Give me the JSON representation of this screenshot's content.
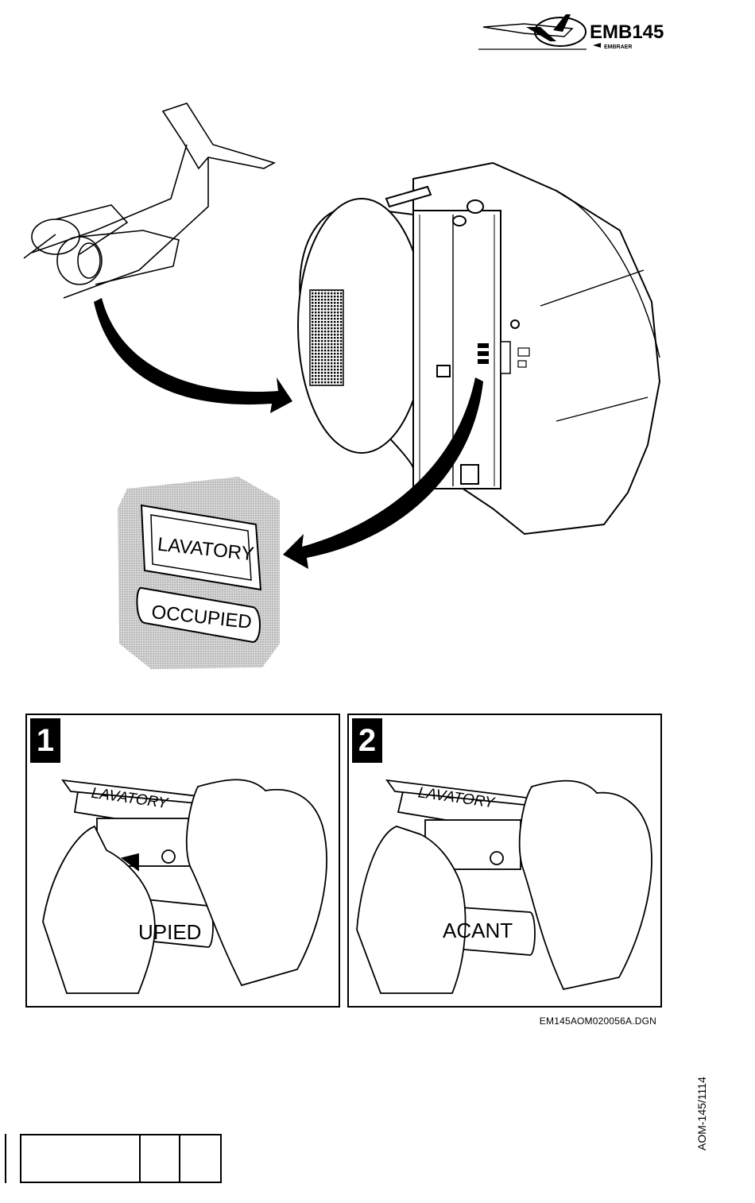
{
  "header": {
    "logo_model": "EMB145",
    "logo_brand": "EMBRAER"
  },
  "illustration": {
    "sign_top_label": "LAVATORY",
    "sign_bottom_label": "OCCUPIED"
  },
  "steps": [
    {
      "number": "1",
      "placard_label": "LAVATORY",
      "status_label": "UPIED"
    },
    {
      "number": "2",
      "placard_label": "LAVATORY",
      "status_label": "ACANT"
    }
  ],
  "footer": {
    "drawing_id": "EM145AOM020056A.DGN",
    "document_code": "AOM-145/1114"
  },
  "colors": {
    "ink": "#000000",
    "shade": "#b5b5b5",
    "paper": "#ffffff"
  }
}
